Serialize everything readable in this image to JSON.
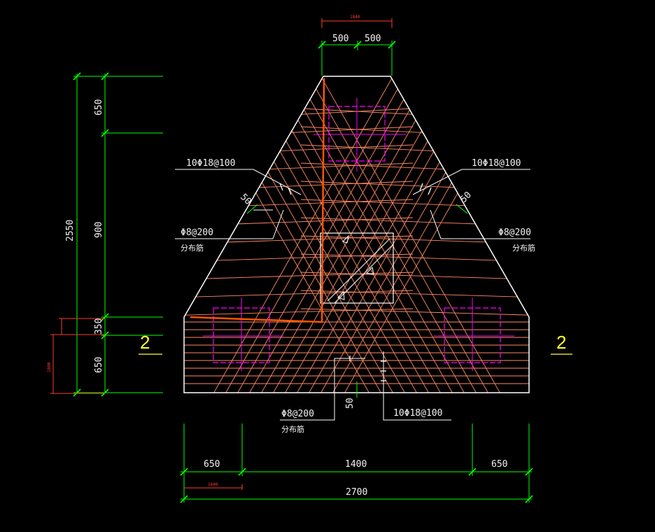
{
  "top_dims": {
    "total": "1840",
    "left": "500",
    "right": "500"
  },
  "left_dims": {
    "total": "2550",
    "top": "650",
    "middle": "900",
    "lower": "350",
    "bottom": "650",
    "red": "1800"
  },
  "bottom_dims": {
    "left": "650",
    "middle": "1400",
    "right": "650",
    "total": "2700",
    "red": "1600"
  },
  "rebar_labels": {
    "main_left": "10Φ18@100",
    "main_right": "10Φ18@100",
    "main_bottom": "10Φ18@100",
    "dist_left": "Φ8@200",
    "dist_right": "Φ8@200",
    "dist_bottom": "Φ8@200",
    "dist_note_left": "分布筋",
    "dist_note_right": "分布筋",
    "dist_note_bottom": "分布筋",
    "cover_left": "50",
    "cover_right": "50",
    "cover_bottom": "50"
  },
  "section_marks": {
    "left": "2",
    "right": "2"
  },
  "colors": {
    "background": "#000000",
    "outline": "#ffffff",
    "dimension": "#00ff00",
    "rebar": "#ff8a66",
    "column_hatch": "#ff00ff",
    "highlight_bar": "#ff5500",
    "section_mark": "#ffff33",
    "text": "#f2f2f2"
  }
}
